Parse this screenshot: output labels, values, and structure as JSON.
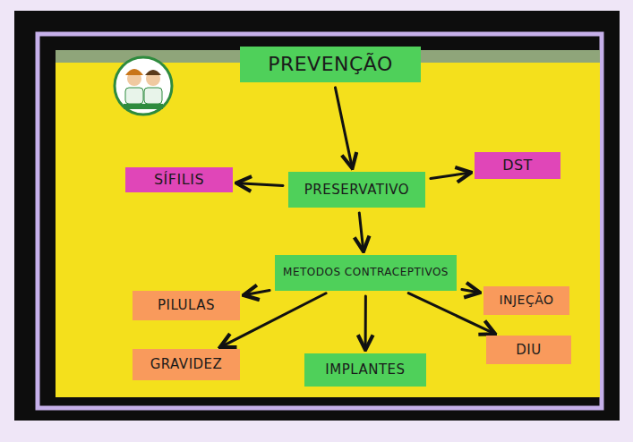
{
  "diagram": {
    "nodes": [
      {
        "text": [
          "PREVENÇÃO"
        ]
      },
      {
        "text": [
          "SÍFILIS"
        ]
      },
      {
        "text": [
          "PRESERVATIVO"
        ]
      },
      {
        "text": [
          "DST"
        ]
      },
      {
        "text": [
          "METODOS CONTRACEPTIVOS"
        ]
      },
      {
        "text": [
          "PILULAS"
        ]
      },
      {
        "text": [
          "INJEÇÃO"
        ]
      },
      {
        "text": [
          "GRAVIDEZ"
        ]
      },
      {
        "text": [
          "IMPLANTES"
        ]
      },
      {
        "text": [
          "DIU"
        ]
      }
    ],
    "edges": [
      {
        "from": 0,
        "to": 2,
        "arrow": "to"
      },
      {
        "from": 2,
        "to": 1,
        "arrow": "to"
      },
      {
        "from": 2,
        "to": 3,
        "arrow": "to"
      },
      {
        "from": 2,
        "to": 4,
        "arrow": "to"
      },
      {
        "from": 4,
        "to": 5,
        "arrow": "to"
      },
      {
        "from": 4,
        "to": 7,
        "arrow": "to"
      },
      {
        "from": 4,
        "to": 8,
        "arrow": "to"
      },
      {
        "from": 4,
        "to": 6,
        "arrow": "to"
      },
      {
        "from": 4,
        "to": 9,
        "arrow": "to"
      }
    ]
  }
}
